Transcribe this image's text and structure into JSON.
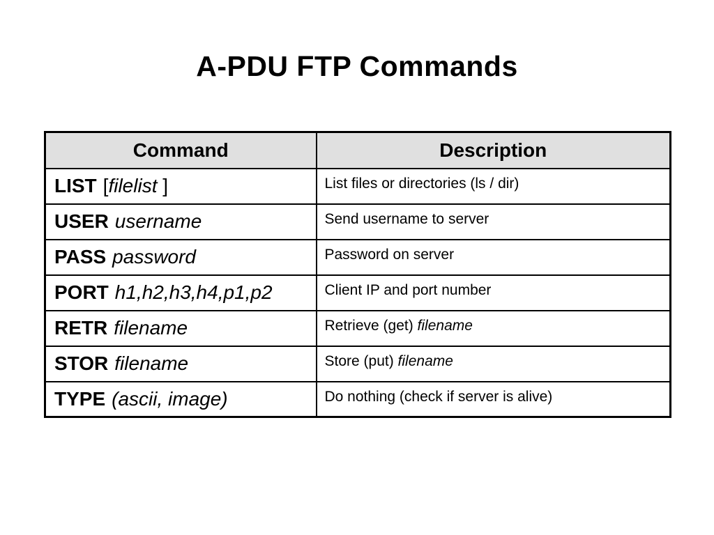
{
  "slide": {
    "title": "A-PDU FTP Commands"
  },
  "table": {
    "headers": {
      "command": "Command",
      "description": "Description"
    },
    "rows": [
      {
        "keyword": "LIST",
        "arg_pre": "[",
        "arg": "filelist",
        "arg_post": " ]",
        "desc": "List files or directories (ls / dir)",
        "desc_italic": ""
      },
      {
        "keyword": "USER",
        "arg_pre": "",
        "arg": "username",
        "arg_post": "",
        "desc": "Send username to server",
        "desc_italic": ""
      },
      {
        "keyword": "PASS",
        "arg_pre": "",
        "arg": "password",
        "arg_post": "",
        "desc": "Password on server",
        "desc_italic": ""
      },
      {
        "keyword": "PORT",
        "arg_pre": "",
        "arg": "h1,h2,h3,h4,p1,p2",
        "arg_post": "",
        "desc": "Client IP and port number",
        "desc_italic": ""
      },
      {
        "keyword": "RETR",
        "arg_pre": "",
        "arg": "filename",
        "arg_post": "",
        "desc": "Retrieve (get) ",
        "desc_italic": "filename"
      },
      {
        "keyword": "STOR",
        "arg_pre": "",
        "arg": "filename",
        "arg_post": "",
        "desc": "Store (put) ",
        "desc_italic": "filename"
      },
      {
        "keyword": "TYPE",
        "arg_pre": "",
        "arg": "(ascii, image)",
        "arg_post": "",
        "desc": "Do nothing (check if server is alive)",
        "desc_italic": ""
      }
    ],
    "colors": {
      "header_bg": "#e0e0e0",
      "border": "#000000",
      "text": "#000000",
      "background": "#ffffff"
    }
  }
}
